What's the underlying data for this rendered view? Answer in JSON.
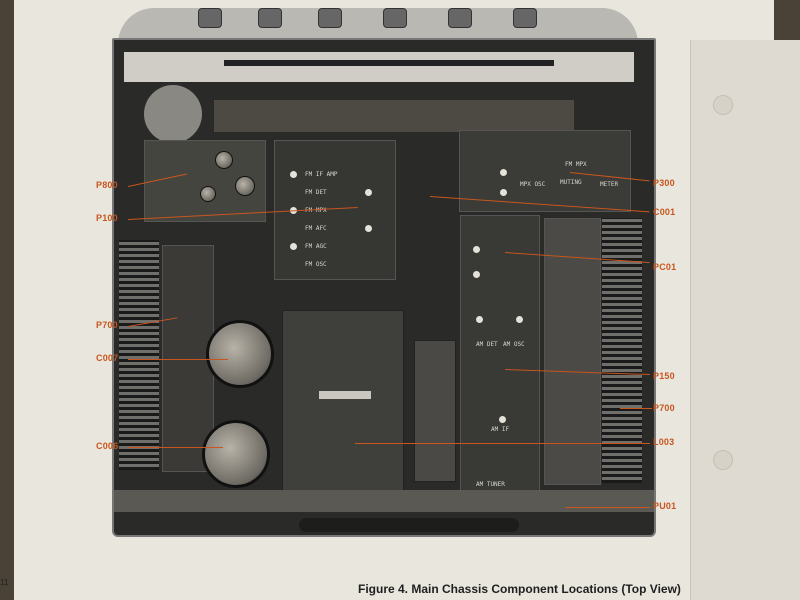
{
  "figure": {
    "caption": "Figure 4. Main Chassis Component Locations (Top View)",
    "page_edge_text": "11"
  },
  "callouts": [
    {
      "id": "P800",
      "label": "P800",
      "side": "left"
    },
    {
      "id": "P100",
      "label": "P100",
      "side": "left"
    },
    {
      "id": "P700-left",
      "label": "P700",
      "side": "left"
    },
    {
      "id": "C007",
      "label": "C007",
      "side": "left"
    },
    {
      "id": "C006",
      "label": "C006",
      "side": "left"
    },
    {
      "id": "P300",
      "label": "P300",
      "side": "right"
    },
    {
      "id": "C001",
      "label": "C001",
      "side": "right"
    },
    {
      "id": "PC01",
      "label": "PC01",
      "side": "right"
    },
    {
      "id": "P150",
      "label": "P150",
      "side": "right"
    },
    {
      "id": "P700-right",
      "label": "P700",
      "side": "right"
    },
    {
      "id": "L003",
      "label": "L003",
      "side": "right"
    },
    {
      "id": "PU01",
      "label": "PU01",
      "side": "right"
    }
  ],
  "board_silkscreen": {
    "fm_board": [
      "FM IF AMP",
      "FM DET",
      "FM MPX",
      "FM AFC",
      "FM AGC",
      "FM OSC"
    ],
    "mpx_board": [
      "FM MPX",
      "MPX OSC",
      "MUTING",
      "METER"
    ],
    "am_board": [
      "AM TUNER",
      "AM IF",
      "AM DET",
      "AM OSC"
    ]
  },
  "colors": {
    "callout": "#c8561e",
    "paper": "#e9e6de",
    "chassis": "#2a2a28"
  }
}
